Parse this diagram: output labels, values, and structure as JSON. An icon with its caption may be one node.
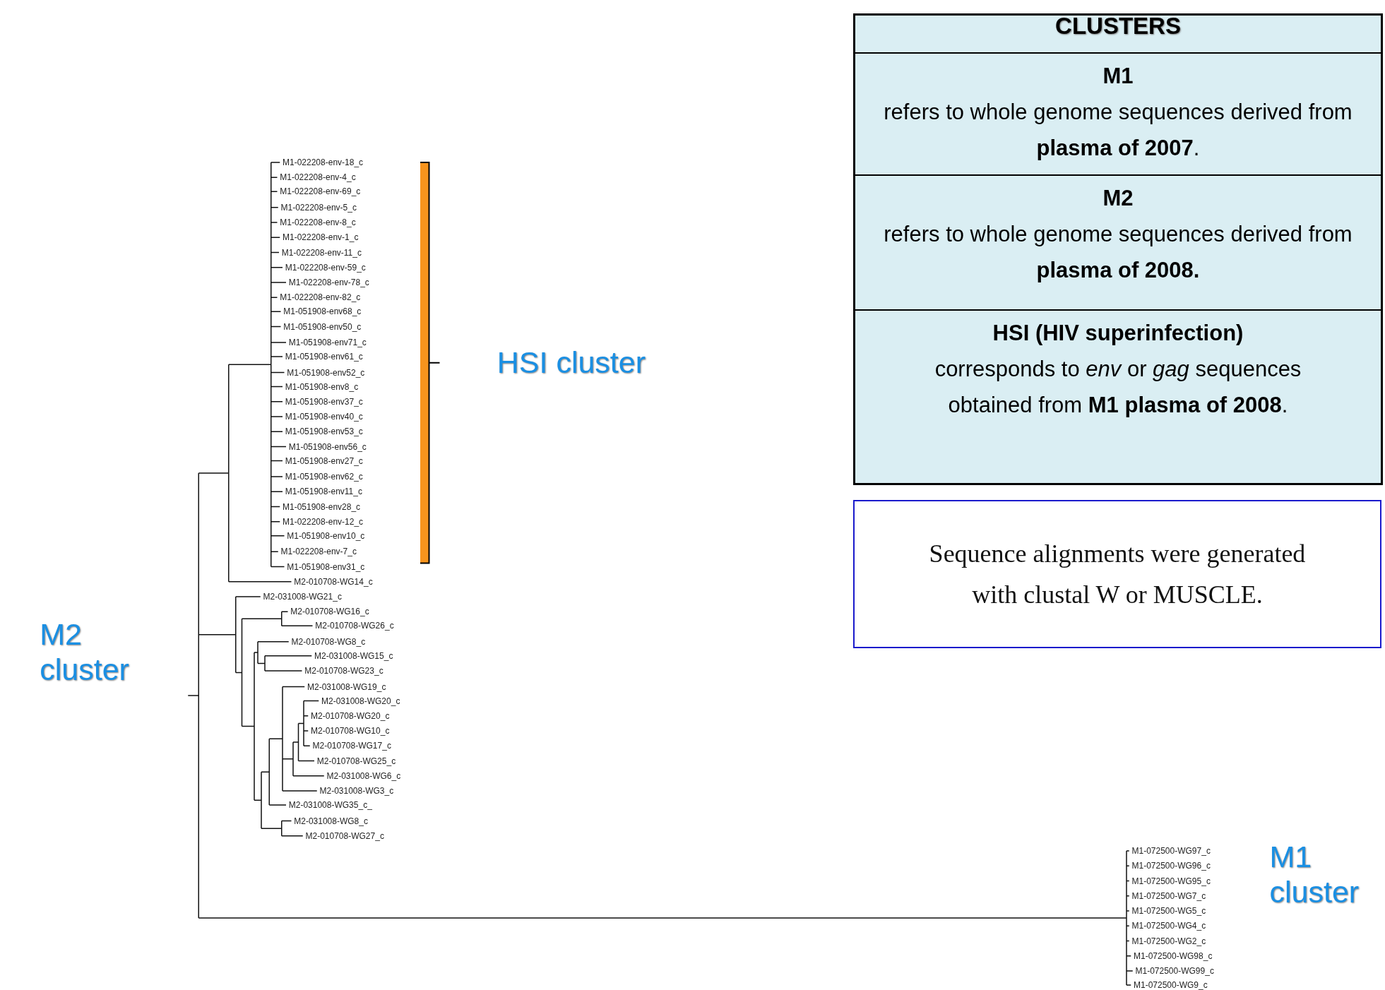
{
  "diagram": {
    "labels": [
      "CLUSTERS",
      "M1",
      "refers to whole genome sequences derived from **plasma of 2007**.",
      "M2",
      "refers to whole genome sequences derived from **plasma of 2008.**",
      "HSI (HIV superinfection)",
      "corresponds to *env* or *gag* sequences obtained from **M1 plasma of 2008**.",
      "Sequence alignments were generated with clustal W or MUSCLE.",
      "HSI cluster",
      "M2 cluster",
      "M1 cluster",
      "M1-022208-env-18_c",
      "M1-022208-env-4_c",
      "M1-022208-env-69_c",
      "M1-022208-env-5_c",
      "M1-022208-env-8_c",
      "M1-022208-env-1_c",
      "M1-022208-env-11_c",
      "M1-022208-env-59_c",
      "M1-022208-env-78_c",
      "M1-022208-env-82_c",
      "M1-051908-env68_c",
      "M1-051908-env50_c",
      "M1-051908-env71_c",
      "M1-051908-env61_c",
      "M1-051908-env52_c",
      "M1-051908-env8_c",
      "M1-051908-env37_c",
      "M1-051908-env40_c",
      "M1-051908-env53_c",
      "M1-051908-env56_c",
      "M1-051908-env27_c",
      "M1-051908-env62_c",
      "M1-051908-env11_c",
      "M1-051908-env28_c",
      "M1-022208-env-12_c",
      "M1-051908-env10_c",
      "M1-022208-env-7_c",
      "M1-051908-env31_c",
      "M2-010708-WG14_c",
      "M2-031008-WG21_c",
      "M2-010708-WG16_c",
      "M2-010708-WG26_c",
      "M2-010708-WG8_c",
      "M2-031008-WG15_c",
      "M2-010708-WG23_c",
      "M2-031008-WG19_c",
      "M2-031008-WG20_c",
      "M2-010708-WG20_c",
      "M2-010708-WG10_c",
      "M2-010708-WG17_c",
      "M2-010708-WG25_c",
      "M2-031008-WG6_c",
      "M2-031008-WG3_c",
      "M2-031008-WG35_c_",
      "M2-031008-WG8_c",
      "M2-010708-WG27_c",
      "M1-072500-WG97_c",
      "M1-072500-WG96_c",
      "M1-072500-WG95_c",
      "M1-072500-WG7_c",
      "M1-072500-WG5_c",
      "M1-072500-WG4_c",
      "M1-072500-WG2_c",
      "M1-072500-WG98_c",
      "M1-072500-WG99_c",
      "M1-072500-WG9_c"
    ]
  }
}
